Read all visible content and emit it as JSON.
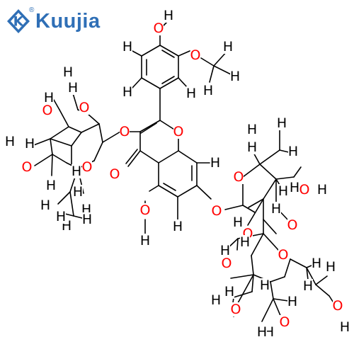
{
  "brand": {
    "name": "Kuujia",
    "mark": "K",
    "reg": "®"
  },
  "colors": {
    "bond": "#000000",
    "oxygen": "#ff0000",
    "hydrogen": "#000000",
    "brand": "#2f6fb6"
  },
  "atoms": [
    {
      "id": "h_oh_top_h",
      "label": "H",
      "color": "hydrogen"
    },
    {
      "id": "o_oh_top",
      "label": "O",
      "color": "oxygen"
    },
    {
      "id": "o_ome",
      "label": "O",
      "color": "oxygen"
    },
    {
      "id": "h_ome_1",
      "label": "H",
      "color": "hydrogen"
    },
    {
      "id": "h_ome_2",
      "label": "H",
      "color": "hydrogen"
    },
    {
      "id": "h_ome_3",
      "label": "H",
      "color": "hydrogen"
    },
    {
      "id": "h_b_tl",
      "label": "H",
      "color": "hydrogen"
    },
    {
      "id": "h_b_l",
      "label": "H",
      "color": "hydrogen"
    },
    {
      "id": "h_b_r",
      "label": "H",
      "color": "hydrogen"
    },
    {
      "id": "o_ring_c",
      "label": "O",
      "color": "oxygen"
    },
    {
      "id": "o_link_l",
      "label": "O",
      "color": "oxygen"
    },
    {
      "id": "o_co",
      "label": "O",
      "color": "oxygen"
    },
    {
      "id": "o_oh5",
      "label": "O",
      "color": "oxygen"
    },
    {
      "id": "h_oh5",
      "label": "H",
      "color": "hydrogen"
    },
    {
      "id": "h_c8",
      "label": "H",
      "color": "hydrogen"
    },
    {
      "id": "h_c6",
      "label": "H",
      "color": "hydrogen"
    },
    {
      "id": "o_link_r",
      "label": "O",
      "color": "oxygen"
    },
    {
      "id": "o_ring_l",
      "label": "O",
      "color": "oxygen"
    },
    {
      "id": "h_l_oh_a",
      "label": "H",
      "color": "hydrogen"
    },
    {
      "id": "o_l_oh_a",
      "label": "O",
      "color": "oxygen"
    },
    {
      "id": "h_l_1",
      "label": "H",
      "color": "hydrogen"
    },
    {
      "id": "o_l_oh_b",
      "label": "O",
      "color": "oxygen"
    },
    {
      "id": "h_l_oh_b",
      "label": "H",
      "color": "hydrogen"
    },
    {
      "id": "h_l_2",
      "label": "H",
      "color": "hydrogen"
    },
    {
      "id": "h_l_3",
      "label": "H",
      "color": "hydrogen"
    },
    {
      "id": "h_l_oh_c",
      "label": "H",
      "color": "hydrogen"
    },
    {
      "id": "o_l_oh_c",
      "label": "O",
      "color": "oxygen"
    },
    {
      "id": "h_l_4",
      "label": "H",
      "color": "hydrogen"
    },
    {
      "id": "h_l_5",
      "label": "H",
      "color": "hydrogen"
    },
    {
      "id": "h_l_6",
      "label": "H",
      "color": "hydrogen"
    },
    {
      "id": "h_l_7",
      "label": "H",
      "color": "hydrogen"
    },
    {
      "id": "h_l_8",
      "label": "H",
      "color": "hydrogen"
    },
    {
      "id": "h_l_9",
      "label": "H",
      "color": "hydrogen"
    },
    {
      "id": "h_l_10",
      "label": "H",
      "color": "hydrogen"
    },
    {
      "id": "h_r_me_1",
      "label": "H",
      "color": "hydrogen"
    },
    {
      "id": "h_r_me_2",
      "label": "H",
      "color": "hydrogen"
    },
    {
      "id": "h_r_me_3",
      "label": "H",
      "color": "hydrogen"
    },
    {
      "id": "h_r_1",
      "label": "H",
      "color": "hydrogen"
    },
    {
      "id": "o_ring_r",
      "label": "O",
      "color": "oxygen"
    },
    {
      "id": "h_r_2",
      "label": "H",
      "color": "hydrogen"
    },
    {
      "id": "o_r_oh_a",
      "label": "O",
      "color": "oxygen"
    },
    {
      "id": "h_r_oh_a",
      "label": "H",
      "color": "hydrogen"
    },
    {
      "id": "h_r_3",
      "label": "H",
      "color": "hydrogen"
    },
    {
      "id": "o_r_oh_b",
      "label": "O",
      "color": "oxygen"
    },
    {
      "id": "h_r_4",
      "label": "H",
      "color": "hydrogen"
    },
    {
      "id": "o_r_link",
      "label": "O",
      "color": "oxygen"
    },
    {
      "id": "h_r_5",
      "label": "H",
      "color": "hydrogen"
    },
    {
      "id": "h_r_6",
      "label": "H",
      "color": "hydrogen"
    },
    {
      "id": "h_g_oh_a",
      "label": "H",
      "color": "hydrogen"
    },
    {
      "id": "o_g_oh_a",
      "label": "O",
      "color": "oxygen"
    },
    {
      "id": "h_g_1",
      "label": "H",
      "color": "hydrogen"
    },
    {
      "id": "o_g_ring",
      "label": "O",
      "color": "oxygen"
    },
    {
      "id": "h_g_2",
      "label": "H",
      "color": "hydrogen"
    },
    {
      "id": "h_g_3",
      "label": "H",
      "color": "hydrogen"
    },
    {
      "id": "h_g_4",
      "label": "H",
      "color": "hydrogen"
    },
    {
      "id": "h_g_5",
      "label": "H",
      "color": "hydrogen"
    },
    {
      "id": "h_g_6",
      "label": "H",
      "color": "hydrogen"
    },
    {
      "id": "h_g_oh_b",
      "label": "H",
      "color": "hydrogen"
    },
    {
      "id": "o_g_oh_b",
      "label": "O",
      "color": "oxygen"
    },
    {
      "id": "h_g_7",
      "label": "H",
      "color": "hydrogen"
    },
    {
      "id": "h_g_8",
      "label": "H",
      "color": "hydrogen"
    },
    {
      "id": "o_g_oh_c",
      "label": "O",
      "color": "oxygen"
    },
    {
      "id": "h_g_oh_c",
      "label": "H",
      "color": "hydrogen"
    },
    {
      "id": "o_g_ch2oh",
      "label": "O",
      "color": "oxygen"
    },
    {
      "id": "h_g_ch2oh",
      "label": "H",
      "color": "hydrogen"
    },
    {
      "id": "h_g_9",
      "label": "H",
      "color": "hydrogen"
    },
    {
      "id": "h_g_oh_d",
      "label": "H",
      "color": "hydrogen"
    },
    {
      "id": "o_g_oh_d",
      "label": "O",
      "color": "oxygen"
    },
    {
      "id": "h_g_10",
      "label": "H",
      "color": "hydrogen"
    }
  ]
}
